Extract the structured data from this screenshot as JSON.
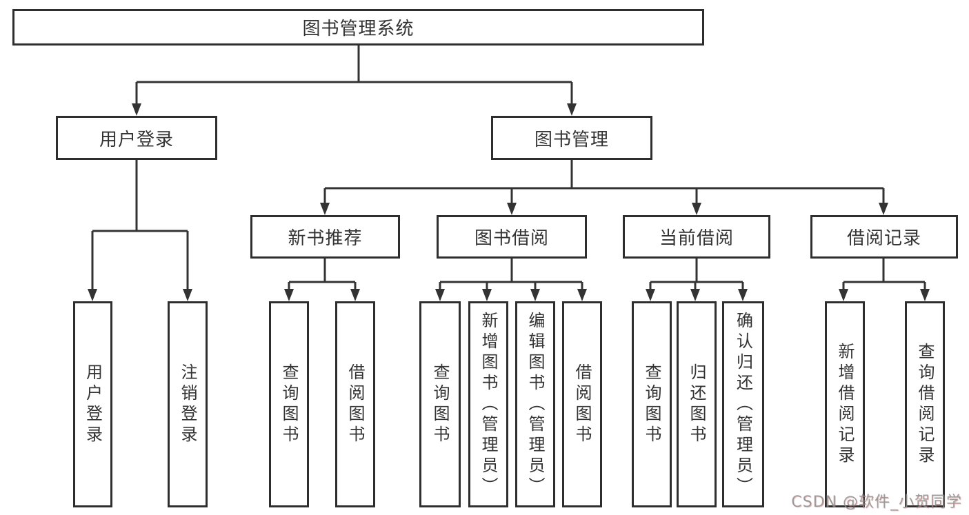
{
  "tree": {
    "root": {
      "label": "图书管理系统",
      "children": [
        {
          "label": "用户登录",
          "children": [
            {
              "label": "用户登录"
            },
            {
              "label": "注销登录"
            }
          ]
        },
        {
          "label": "图书管理",
          "children": [
            {
              "label": "新书推荐",
              "children": [
                {
                  "label": "查询图书"
                },
                {
                  "label": "借阅图书"
                }
              ]
            },
            {
              "label": "图书借阅",
              "children": [
                {
                  "label": "查询图书"
                },
                {
                  "label": "新增图书（管理员）"
                },
                {
                  "label": "编辑图书（管理员）"
                },
                {
                  "label": "借阅图书"
                }
              ]
            },
            {
              "label": "当前借阅",
              "children": [
                {
                  "label": "查询图书"
                },
                {
                  "label": "归还图书"
                },
                {
                  "label": "确认归还（管理员）"
                }
              ]
            },
            {
              "label": "借阅记录",
              "children": [
                {
                  "label": "新增借阅记录"
                },
                {
                  "label": "查询借阅记录"
                }
              ]
            }
          ]
        }
      ]
    }
  },
  "watermark": {
    "text": "CSDN @软件_小贺同学"
  },
  "colors": {
    "line": "#333333",
    "box_border": "#2e2e2e",
    "text": "#333333",
    "background": "#ffffff",
    "watermark_gray": "#8c8c8c",
    "watermark_shadow_red": "#d86c6c"
  }
}
